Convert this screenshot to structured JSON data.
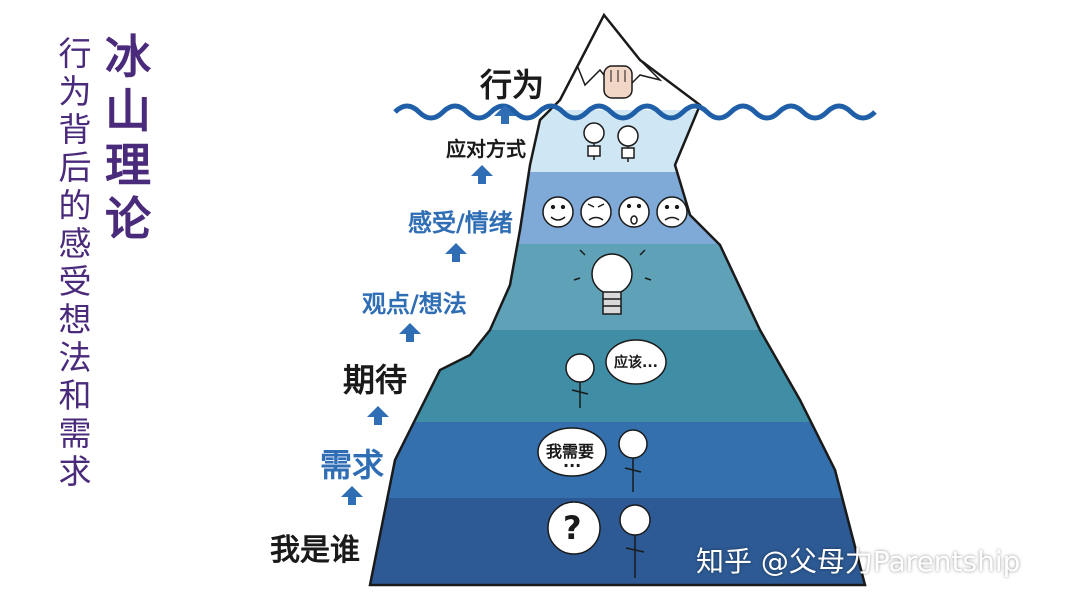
{
  "title": "冰山理论",
  "subtitle": "行为背后的感受想法和需求",
  "levels": [
    {
      "label": "行为",
      "color": "#ffffff"
    },
    {
      "label": "应对方式",
      "color": "#cfe6f4"
    },
    {
      "label": "感受/情绪",
      "color": "#7fa9d6"
    },
    {
      "label": "观点/想法",
      "color": "#5fa2b8"
    },
    {
      "label": "期待",
      "color": "#3f8ea6"
    },
    {
      "label": "需求",
      "color": "#346fae"
    },
    {
      "label": "我是谁",
      "color": "#2d5a94"
    }
  ],
  "bubbles": {
    "expectation": "应该...",
    "need": "我需要",
    "need_dots": "...",
    "self": "?"
  },
  "watermark": "知乎 @父母力Parentship",
  "colors": {
    "title": "#4a2a7a",
    "arrow": "#2f6db5",
    "wave": "#1f5fa8",
    "outline": "#1a1a1a"
  }
}
